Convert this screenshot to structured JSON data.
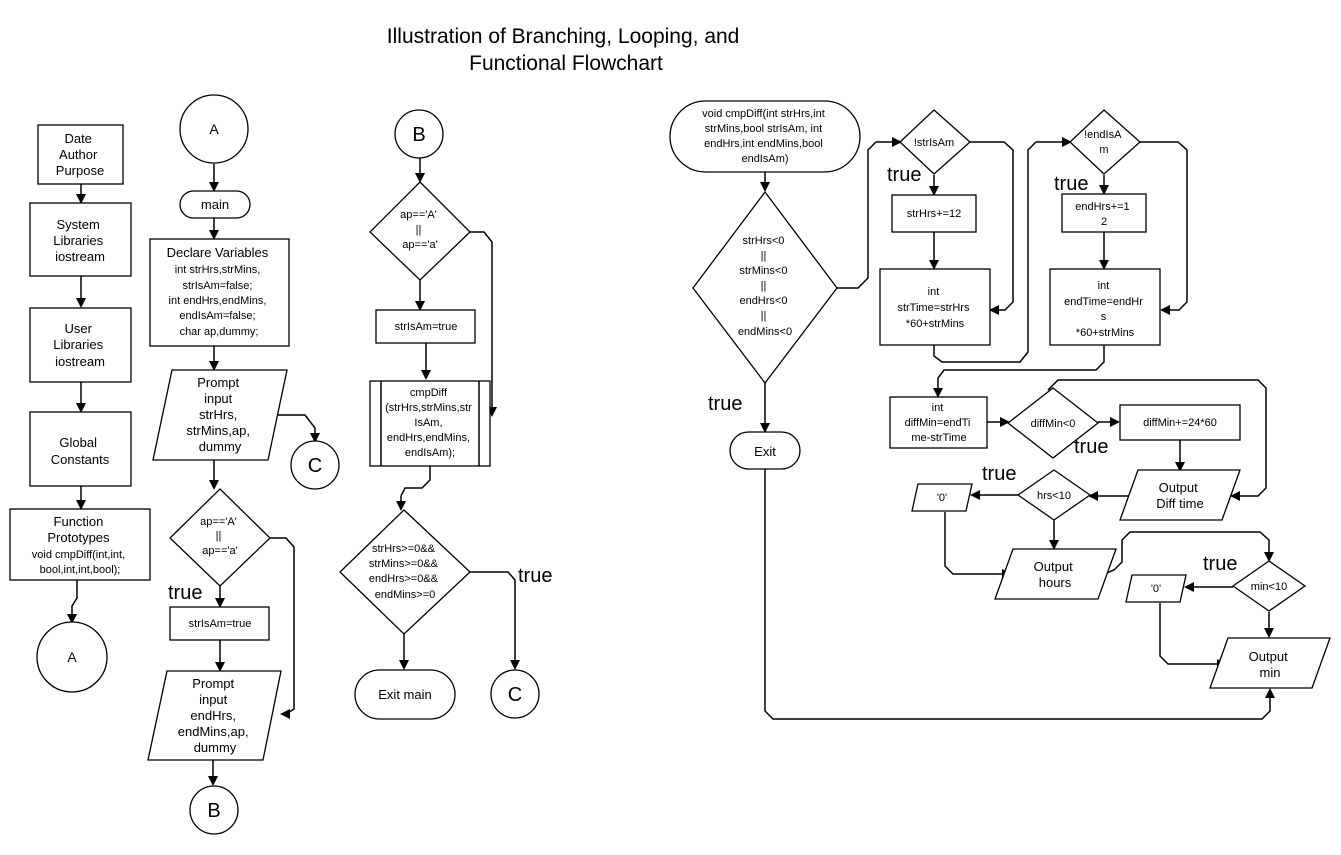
{
  "title": [
    "Illustration of Branching, Looping, and",
    "Functional Flowchart"
  ],
  "nodes": {
    "header_box": [
      "Date",
      "Author",
      "Purpose"
    ],
    "sys_lib": [
      "System",
      "Libraries",
      "iostream"
    ],
    "user_lib": [
      "User",
      "Libraries",
      "iostream"
    ],
    "global_const": [
      "Global",
      "Constants"
    ],
    "func_proto": [
      "Function",
      "Prototypes",
      "void cmpDiff(int,int,",
      "bool,int,int,bool);"
    ],
    "conn_a_out": "A",
    "conn_a_in": "A",
    "main_term": "main",
    "declare_vars": [
      "Declare Variables",
      "int strHrs,strMins,",
      "strIsAm=false;",
      "int endHrs,endMins,",
      "endIsAm=false;",
      "char ap,dummy;"
    ],
    "prompt_start": [
      "Prompt",
      "input",
      "strHrs,",
      "strMins,ap,",
      "dummy"
    ],
    "conn_c_1": "C",
    "dec_ap_start": [
      "ap=='A'",
      "||",
      "ap=='a'"
    ],
    "set_str_am": "strIsAm=true",
    "prompt_end": [
      "Prompt",
      "input",
      "endHrs,",
      "endMins,ap,",
      "dummy"
    ],
    "conn_b_out": "B",
    "conn_b_in": "B",
    "dec_ap_end": [
      "ap=='A'",
      "||",
      "ap=='a'"
    ],
    "set_str_am_2": "strIsAm=true",
    "call_cmp_diff": [
      "cmpDiff",
      "(strHrs,strMins,str",
      "IsAm,",
      "endHrs,endMins,",
      "endIsAm);"
    ],
    "dec_valid": [
      "strHrs>=0&&",
      "strMins>=0&&",
      "endHrs>=0&&",
      "endMins>=0"
    ],
    "exit_main": "Exit main",
    "conn_c_2": "C",
    "func_term": [
      "void cmpDiff(int strHrs,int",
      "strMins,bool strIsAm, int",
      "endHrs,int endMins,bool",
      "endIsAm)"
    ],
    "dec_negative": [
      "strHrs<0",
      "||",
      "strMins<0",
      "||",
      "endHrs<0",
      "||",
      "endMins<0"
    ],
    "exit_func": "Exit",
    "dec_not_str_am": "!strIsAm",
    "add_str_hrs": "strHrs+=12",
    "calc_str_time": [
      "int",
      "strTime=strHrs",
      "*60+strMins"
    ],
    "dec_not_end_am": [
      "!endIsA",
      "m"
    ],
    "add_end_hrs": [
      "endHrs+=1",
      "2"
    ],
    "calc_end_time": [
      "int",
      "endTime=endHr",
      "s",
      "*60+strMins"
    ],
    "calc_diff": [
      "int",
      "diffMin=endTi",
      "me-strTime"
    ],
    "dec_diff_neg": "diffMin<0",
    "add_day": "diffMin+=24*60",
    "out_diff": [
      "Output",
      "Diff time"
    ],
    "dec_hrs": "hrs<10",
    "out_zero_1": "'0'",
    "out_hours": [
      "Output",
      "hours"
    ],
    "dec_min": "min<10",
    "out_zero_2": "'0'",
    "out_min": [
      "Output",
      "min"
    ]
  },
  "edge_labels": {
    "true_1": "true",
    "true_2": "true",
    "true_3": "true",
    "true_4": "true",
    "true_5": "true",
    "true_6": "true",
    "true_7": "true",
    "true_8": "true"
  }
}
